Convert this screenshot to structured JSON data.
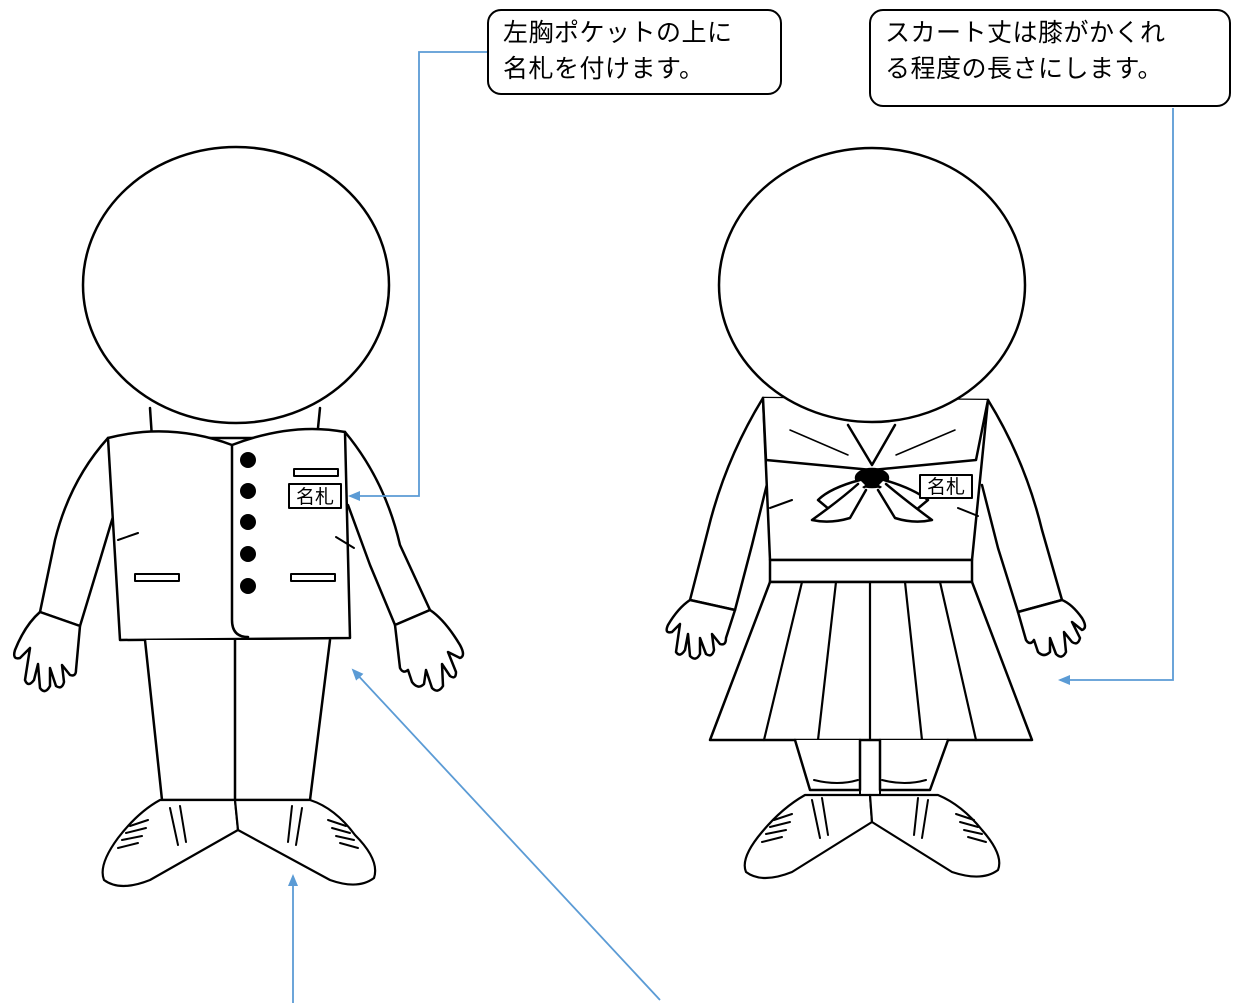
{
  "callouts": {
    "nametag": "左胸ポケットの上に\n名札を付けます。",
    "skirt": "スカート丈は膝がかくれ\nる程度の長さにします。"
  },
  "figures": {
    "boy": {
      "name_tag": "名札"
    },
    "girl": {
      "name_tag": "名札"
    }
  },
  "colors": {
    "line": "#000000",
    "arrow": "#5b9bd5"
  }
}
